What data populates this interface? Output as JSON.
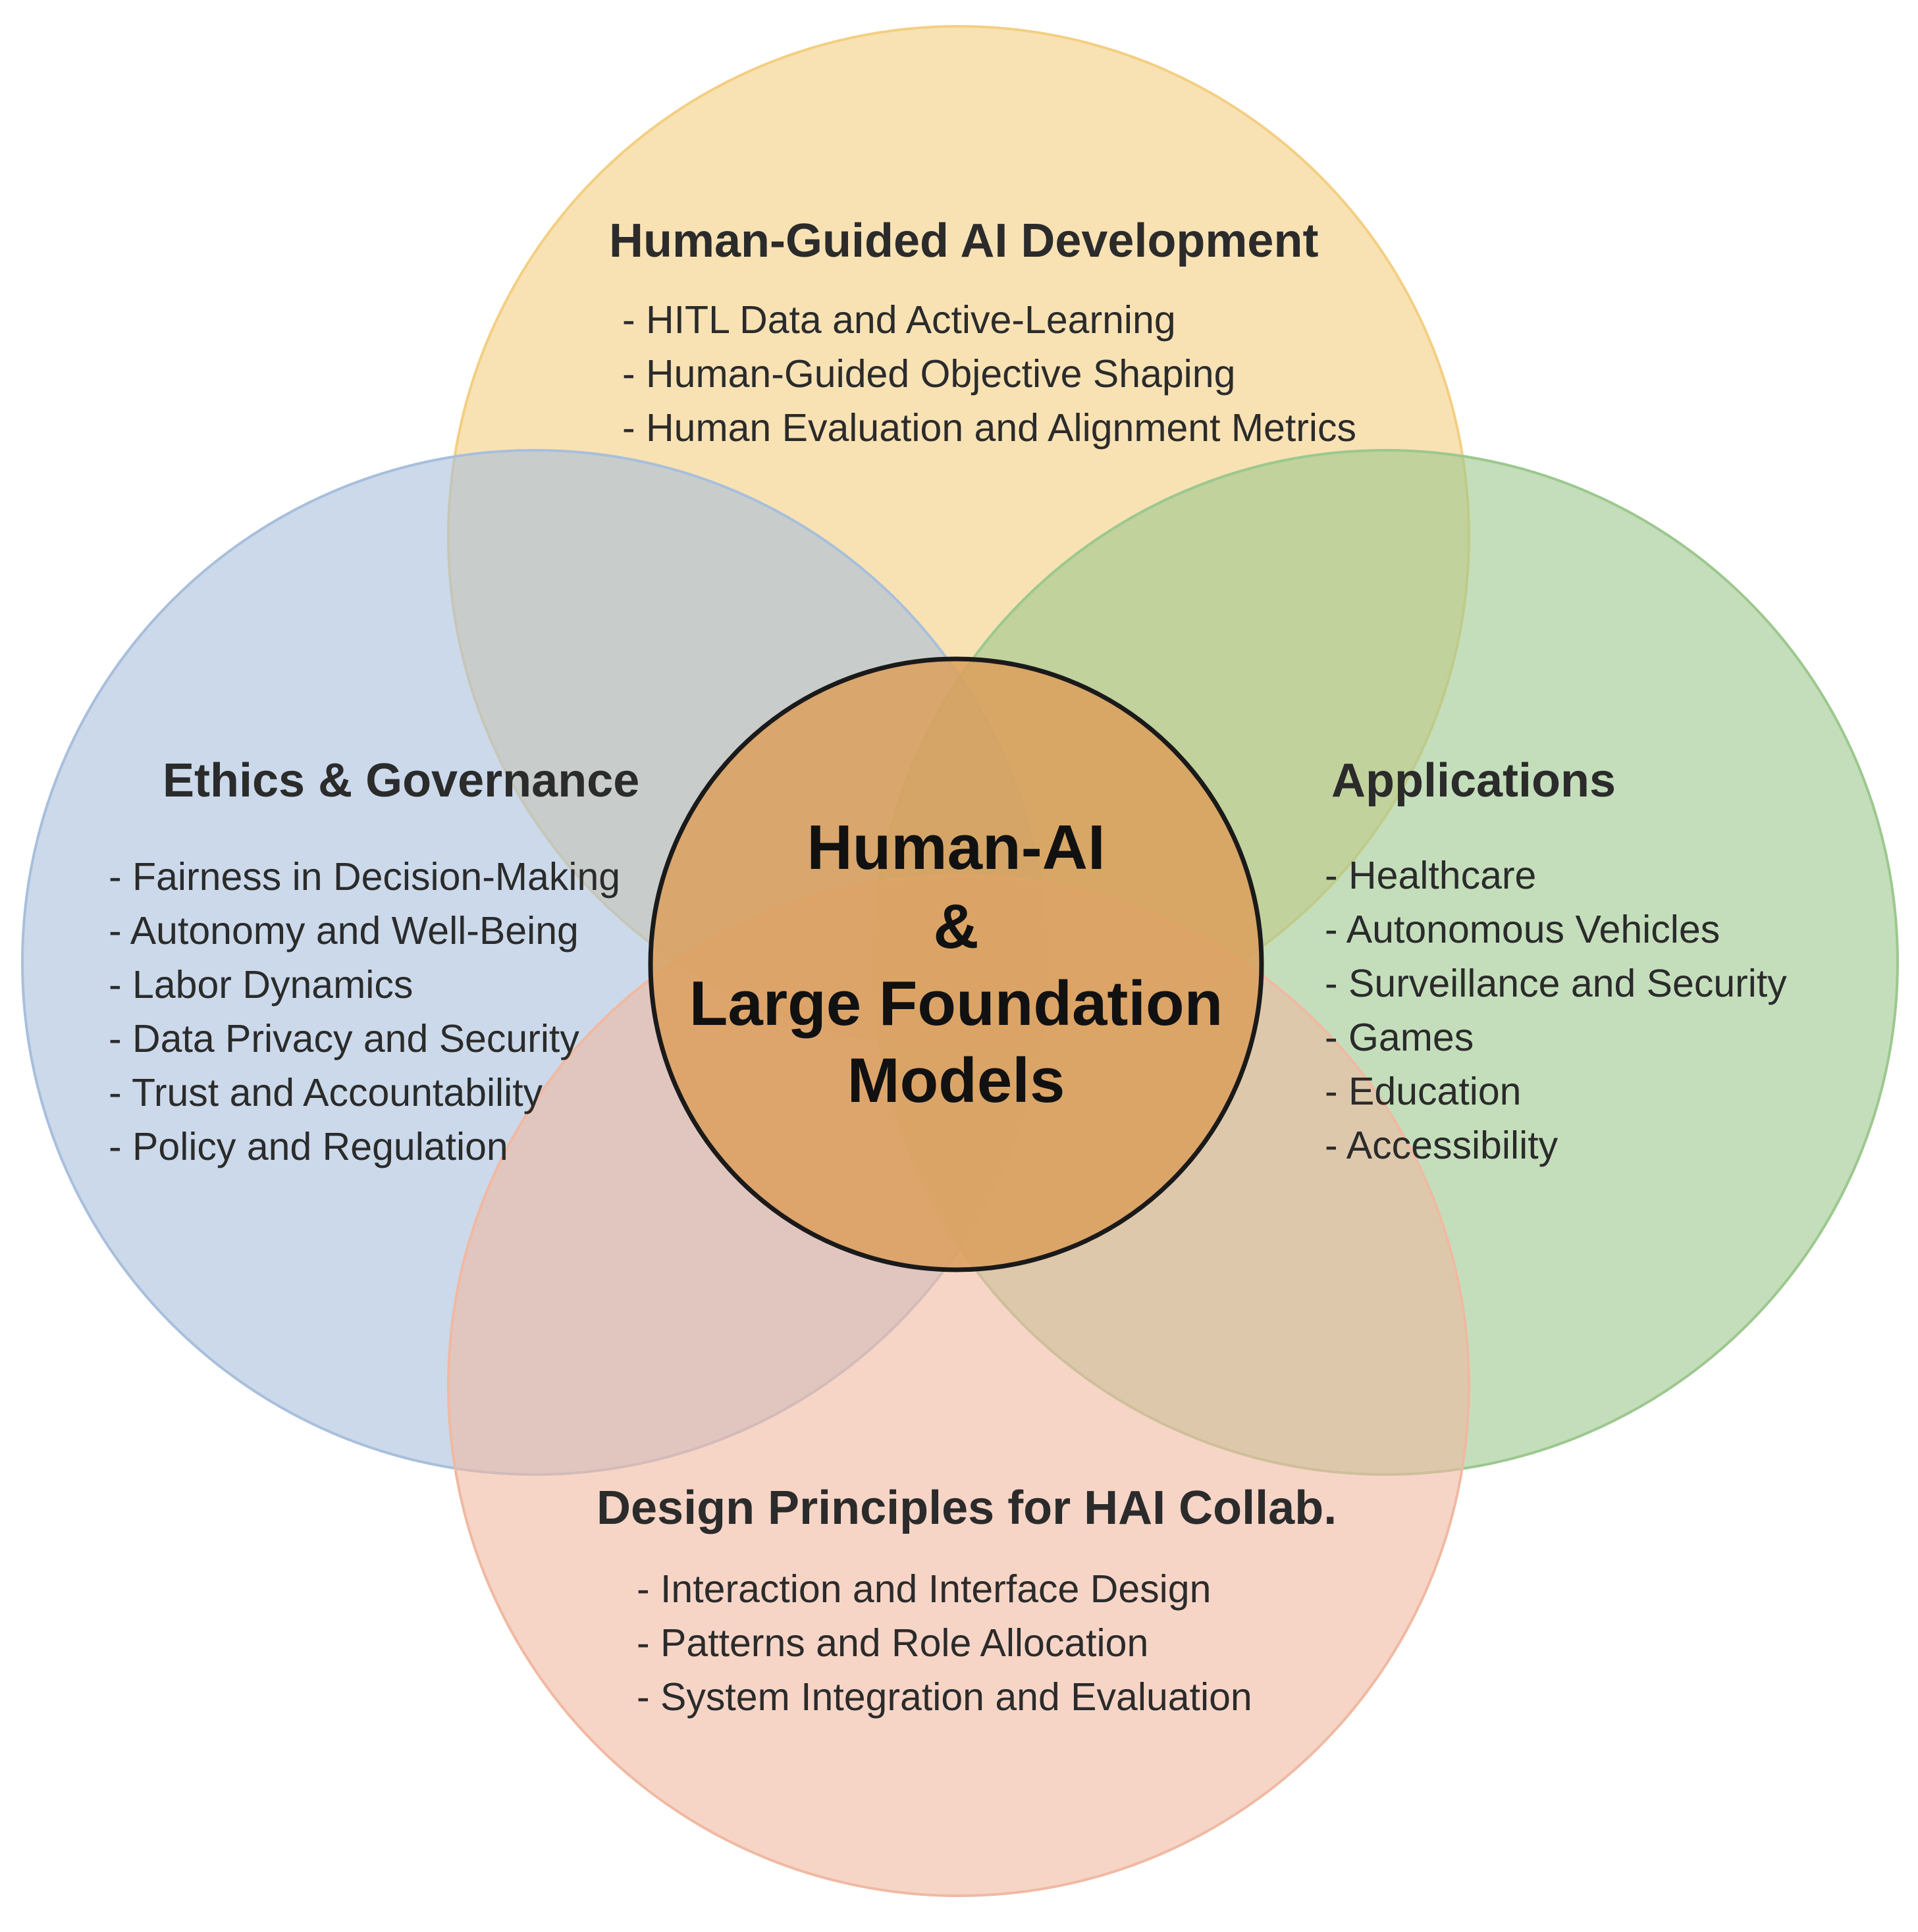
{
  "colors": {
    "top": "#f3cf82",
    "left": "#a8bfdc",
    "right": "#9cc88e",
    "bottom": "#f0b9a2",
    "center": "#dc9f5c",
    "text": "#2b2b2b"
  },
  "center": {
    "lines": [
      "Human-AI",
      "&",
      "Large Foundation",
      "Models"
    ]
  },
  "top": {
    "heading": "Human-Guided AI Development",
    "items": [
      "- HITL Data and Active-Learning",
      "- Human-Guided Objective Shaping",
      "- Human Evaluation and Alignment Metrics"
    ]
  },
  "left": {
    "heading": "Ethics & Governance",
    "items": [
      "- Fairness in Decision-Making",
      "- Autonomy and Well-Being",
      "- Labor Dynamics",
      "- Data Privacy and Security",
      "- Trust and Accountability",
      "- Policy and Regulation"
    ]
  },
  "right": {
    "heading": "Applications",
    "items": [
      "- Healthcare",
      "- Autonomous Vehicles",
      "- Surveillance and Security",
      "- Games",
      "- Education",
      "- Accessibility"
    ]
  },
  "bottom": {
    "heading": "Design Principles for HAI Collab.",
    "items": [
      "- Interaction and Interface Design",
      "- Patterns and Role Allocation",
      "- System Integration and Evaluation"
    ]
  }
}
